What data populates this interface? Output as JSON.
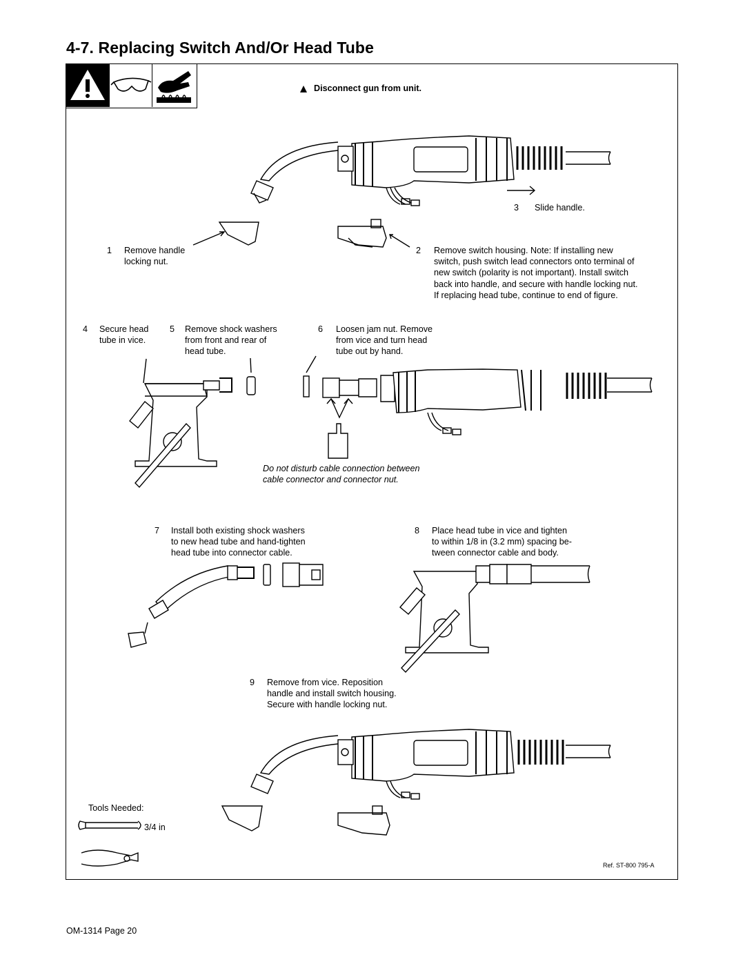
{
  "header": {
    "title": "4-7.   Replacing Switch And/Or Head Tube"
  },
  "warning": {
    "text": "Disconnect gun from unit."
  },
  "steps": [
    {
      "num": "1",
      "lines": [
        "Remove handle",
        "locking nut."
      ]
    },
    {
      "num": "2",
      "lines": [
        "Remove switch housing. Note: If installing new",
        "switch, push switch lead connectors onto terminal of",
        "new switch (polarity is not important). Install switch",
        "back into handle, and secure with handle locking nut.",
        "If replacing head tube, continue to end of figure."
      ]
    },
    {
      "num": "3",
      "lines": [
        "Slide handle."
      ]
    },
    {
      "num": "4",
      "lines": [
        "Secure head",
        "tube in vice."
      ]
    },
    {
      "num": "5",
      "lines": [
        "Remove shock washers",
        "from front and rear of",
        "head tube."
      ]
    },
    {
      "num": "6",
      "lines": [
        "Loosen jam nut. Remove",
        "from vice and turn head",
        "tube out by hand."
      ]
    },
    {
      "num": "7",
      "lines": [
        "Install both existing shock washers",
        "to new head tube and hand-tighten",
        "head tube into connector cable."
      ]
    },
    {
      "num": "8",
      "lines": [
        "Place head tube in vice and tighten",
        "to within 1/8 in (3.2 mm) spacing be-",
        "tween connector cable and body."
      ]
    },
    {
      "num": "9",
      "lines": [
        "Remove from vice. Reposition",
        "handle and install switch housing.",
        "Secure with handle locking nut."
      ]
    }
  ],
  "caution_note": [
    "Do not disturb cable connection between",
    "cable connector and connector nut."
  ],
  "tools": {
    "label": "Tools Needed:",
    "wrench_size": "3/4 in"
  },
  "ref": "Ref. ST-800 795-A",
  "footer": {
    "page": "OM-1314 Page 20"
  },
  "icons": [
    "warning-icon",
    "safety-glasses-icon",
    "hot-surface-hand-icon",
    "wrench-icon",
    "pliers-icon",
    "pointing-hand-icon"
  ]
}
